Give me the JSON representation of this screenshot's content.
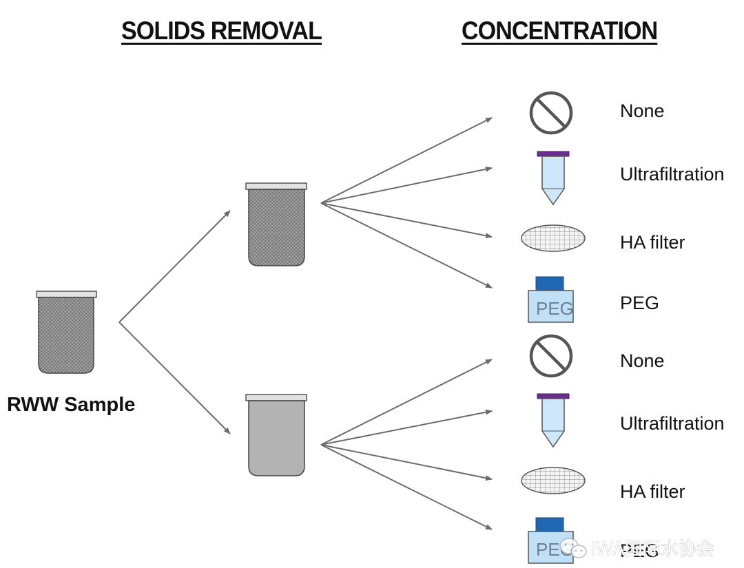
{
  "headers": {
    "solids_removal": "SOLIDS REMOVAL",
    "concentration": "CONCENTRATION"
  },
  "source": {
    "label": "RWW Sample",
    "container": "mesh-jar-icon"
  },
  "branches": [
    {
      "container": "mesh-jar-icon",
      "methods": [
        {
          "label": "None",
          "icon": "no-symbol-icon"
        },
        {
          "label": "Ultrafiltration",
          "icon": "centrifuge-tube-icon"
        },
        {
          "label": "HA filter",
          "icon": "membrane-filter-icon"
        },
        {
          "label": "PEG",
          "icon": "peg-bottle-icon",
          "icon_text": "PEG"
        }
      ]
    },
    {
      "container": "solid-jar-icon",
      "methods": [
        {
          "label": "None",
          "icon": "no-symbol-icon"
        },
        {
          "label": "Ultrafiltration",
          "icon": "centrifuge-tube-icon"
        },
        {
          "label": "HA filter",
          "icon": "membrane-filter-icon"
        },
        {
          "label": "PEG",
          "icon": "peg-bottle-icon",
          "icon_text": "PEG"
        }
      ]
    }
  ],
  "watermark": {
    "text": "IWA国际水协会",
    "icon": "wechat-icon"
  },
  "colors": {
    "arrow": "#6b6b6b",
    "jar_mesh": "#9a9a9a",
    "jar_solid": "#b3b3b3",
    "tube_body": "#cde8fa",
    "tube_cap": "#6a2e8f",
    "peg_cap": "#1f67b3",
    "peg_body": "#bfe0f6"
  }
}
